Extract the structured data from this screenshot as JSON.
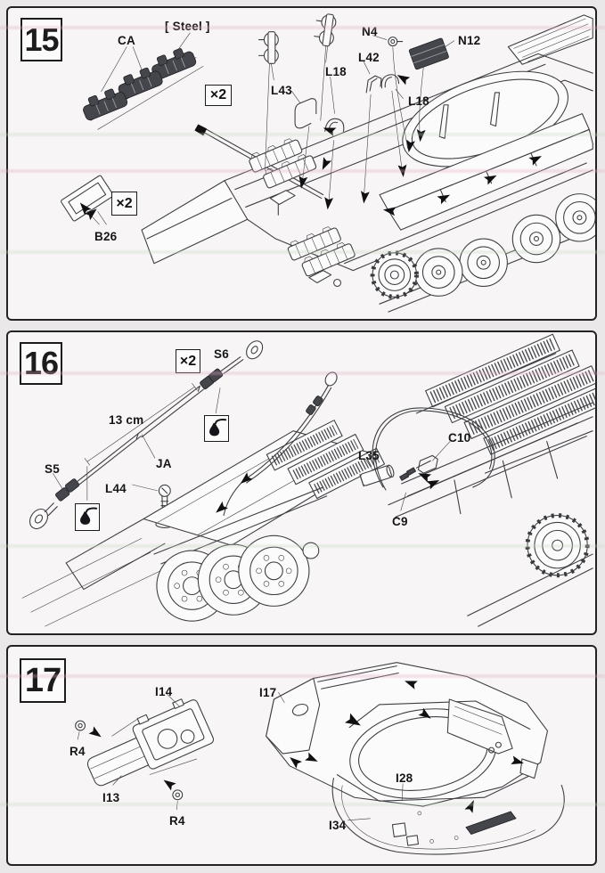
{
  "colors": {
    "page_bg": "#ebe8ea",
    "panel_bg": "#f7f5f6",
    "panel_border": "#232323",
    "ink": "#3e3e42",
    "part_dark": "#45464c",
    "label_ink": "#161616",
    "band_pink": "#e4aec2",
    "band_green": "#c6dabe"
  },
  "panels": [
    {
      "step": "15",
      "note_steel": "[ Steel ]",
      "quantity_badges": [
        "×2",
        "×2"
      ],
      "labels": {
        "ca": "CA",
        "n4": "N4",
        "n12": "N12",
        "l43": "L43",
        "l18a": "L18",
        "l42": "L42",
        "l18b": "L18",
        "b26": "B26"
      }
    },
    {
      "step": "16",
      "quantity_badges": [
        "×2"
      ],
      "measurement": "13 cm",
      "labels": {
        "s6": "S6",
        "s5": "S5",
        "ja": "JA",
        "l44": "L44",
        "l35": "L35",
        "c10": "C10",
        "c9": "C9"
      },
      "icons": [
        {
          "name": "cement-drop-icon"
        },
        {
          "name": "cement-drop-icon"
        }
      ]
    },
    {
      "step": "17",
      "labels": {
        "i14": "I14",
        "r4a": "R4",
        "i13": "I13",
        "r4b": "R4",
        "i17": "I17",
        "i28": "I28",
        "i34": "I34"
      }
    }
  ]
}
